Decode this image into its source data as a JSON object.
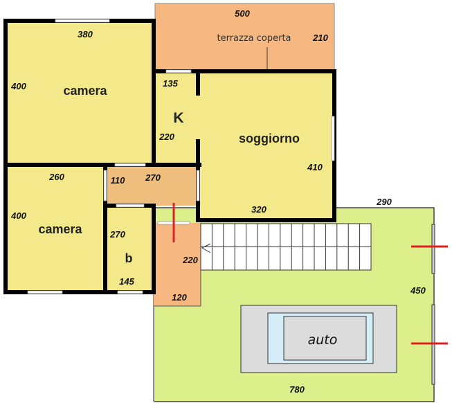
{
  "colors": {
    "room": "#f3e98a",
    "terrace": "#f6b880",
    "corridor": "#efbd7c",
    "garden": "#dcef8a",
    "wall": "#000000",
    "door_mark": "#e02020",
    "car_area": "#dcdcdc",
    "car_glass": "#d6eef7"
  },
  "rooms": {
    "terrace": {
      "label": "terrazza coperta",
      "width": "500",
      "depth": "210"
    },
    "bedroom1": {
      "label": "camera",
      "width": "380",
      "depth": "400"
    },
    "kitchen": {
      "label": "K",
      "width": "135",
      "depth": "220"
    },
    "living": {
      "label": "soggiorno",
      "depth": "410",
      "width": "320"
    },
    "corridor": {
      "depth": "110",
      "width": "270"
    },
    "bedroom2": {
      "label": "camera",
      "width": "260",
      "depth": "400"
    },
    "bathroom": {
      "label": "b",
      "depth": "270",
      "width": "145"
    },
    "landing": {
      "depth": "220",
      "width": "120"
    },
    "garden": {
      "top": "290",
      "side": "450",
      "bottom": "780"
    },
    "car": {
      "label": "auto"
    }
  }
}
